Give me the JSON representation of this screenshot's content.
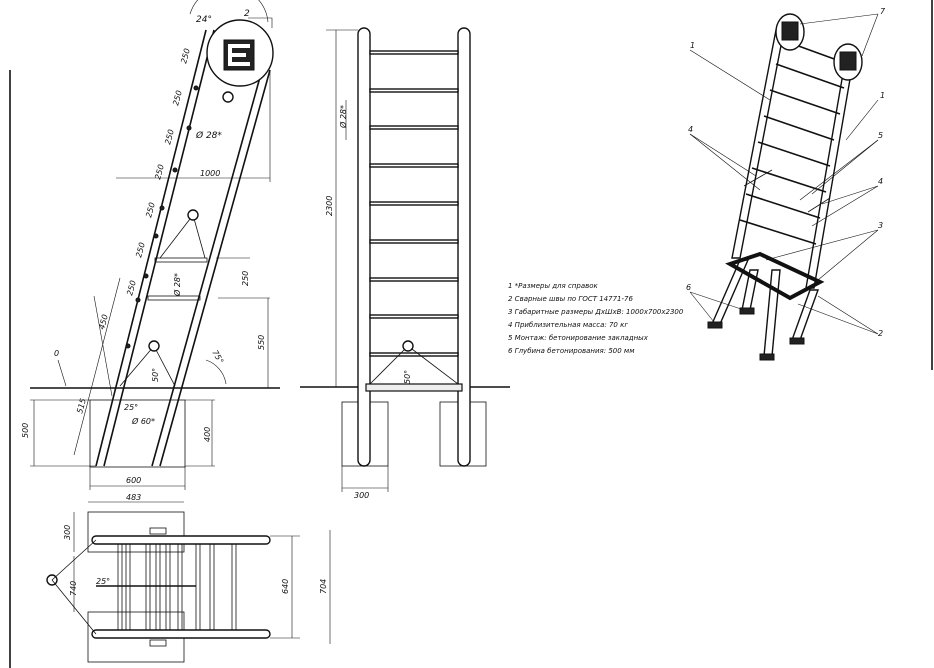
{
  "side_view": {
    "angle_top": "24°",
    "label_2_top": "2",
    "step_250_a": "250",
    "step_250_b": "250",
    "step_250_c": "250",
    "step_250_d": "250",
    "step_250_e": "250",
    "step_250_f": "250",
    "step_250_g": "250",
    "dia_28_top": "Ø 28*",
    "width_1000": "1000",
    "bar_250": "250",
    "dia_28_mid": "Ø 28*",
    "height_550": "550",
    "angle_75": "75°",
    "zero_mark": "0",
    "step_450": "450",
    "angle_50": "50°",
    "angle_25": "25°",
    "dia_60": "Ø 60*",
    "depth_515": "515",
    "depth_500": "500",
    "depth_400": "400",
    "base_600": "600"
  },
  "front_view": {
    "dia_28": "Ø 28*",
    "height_2300": "2300",
    "angle_50": "50°",
    "width_300": "300"
  },
  "plan_view": {
    "width_483": "483",
    "side_300": "300",
    "side_740": "740",
    "angle_25": "25°",
    "inner_640": "640",
    "outer_704": "704"
  },
  "notes": [
    "1    *Размеры для справок",
    "2    Сварные швы по ГОСТ 14771-76",
    "3    Габаритные размеры ДхШхВ: 1000х700х2300",
    "4    Приблизительная масса: 70 кг",
    "5    Монтаж: бетонирование закладных",
    "6    Глубина бетонирования: 500 мм"
  ],
  "iso_callouts": {
    "c1_left": "1",
    "c1_right": "1",
    "c2": "2",
    "c3": "3",
    "c4_left": "4",
    "c4_right": "4",
    "c5": "5",
    "c6": "6",
    "c7": "7"
  }
}
